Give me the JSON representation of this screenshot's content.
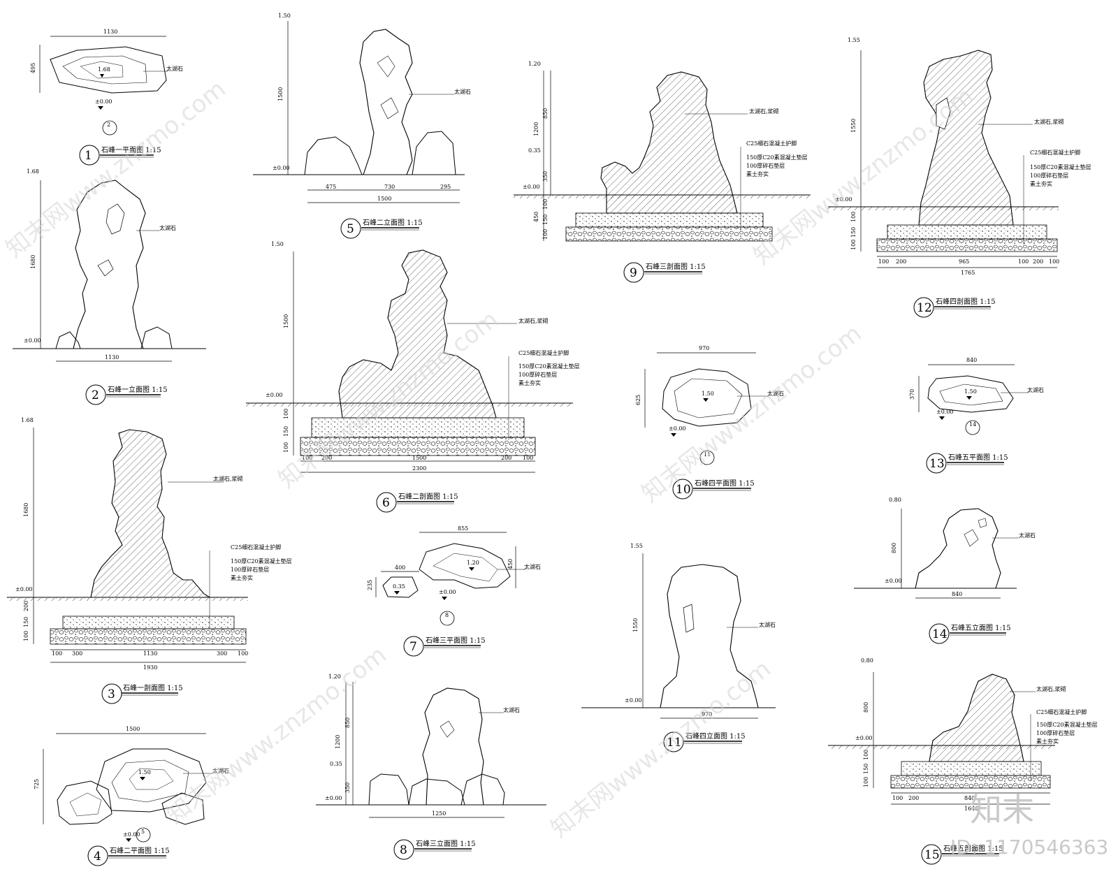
{
  "panels": [
    {
      "no": "1",
      "title": "石峰一平面图 1:15",
      "dims": [
        "1130",
        "495"
      ],
      "level": "1.68",
      "ground": "±0.00",
      "note": "太湖石",
      "marker": "2"
    },
    {
      "no": "2",
      "title": "石峰一立面图 1:15",
      "dims": [
        "1680",
        "1130"
      ],
      "level": "1.68",
      "ground": "±0.00",
      "note": "太湖石"
    },
    {
      "no": "3",
      "title": "石峰一剖面图 1:15",
      "dims": [
        "1680",
        "200",
        "150",
        "100",
        "100",
        "300",
        "1130",
        "300",
        "100",
        "1930"
      ],
      "level": "1.68",
      "ground": "±0.00",
      "notes": [
        "太湖石,浆砌",
        "C25细石混凝土护脚",
        "150厚C20素混凝土垫层",
        "100厚碎石垫层",
        "素土夯实"
      ]
    },
    {
      "no": "4",
      "title": "石峰二平面图 1:15",
      "dims": [
        "1500",
        "725"
      ],
      "level": "1.50",
      "ground": "±0.00",
      "note": "太湖石",
      "marker": "5"
    },
    {
      "no": "5",
      "title": "石峰二立面图 1:15",
      "dims": [
        "1500",
        "475",
        "730",
        "295",
        "1500"
      ],
      "level": "1.50",
      "ground": "±0.00",
      "note": "太湖石"
    },
    {
      "no": "6",
      "title": "石峰二剖面图 1:15",
      "dims": [
        "1500",
        "100",
        "150",
        "100",
        "100",
        "200",
        "1500",
        "200",
        "100",
        "2300"
      ],
      "level": "1.50",
      "ground": "±0.00",
      "notes": [
        "太湖石,浆砌",
        "C25细石混凝土护脚",
        "150厚C20素混凝土垫层",
        "100厚碎石垫层",
        "素土夯实"
      ]
    },
    {
      "no": "7",
      "title": "石峰三平面图 1:15",
      "dims": [
        "855",
        "400",
        "450",
        "235"
      ],
      "levels": [
        "1.20",
        "0.35"
      ],
      "ground": "±0.00",
      "note": "太湖石",
      "marker": "8"
    },
    {
      "no": "8",
      "title": "石峰三立面图 1:15",
      "dims": [
        "1200",
        "850",
        "350",
        "1250"
      ],
      "levels": [
        "1.20",
        "0.35"
      ],
      "ground": "±0.00",
      "note": "太湖石"
    },
    {
      "no": "9",
      "title": "石峰三剖面图 1:15",
      "dims": [
        "1200",
        "850",
        "350",
        "450",
        "100",
        "150",
        "100"
      ],
      "levels": [
        "1.20",
        "0.35"
      ],
      "ground": "±0.00",
      "notes": [
        "太湖石,浆砌",
        "C25细石混凝土护脚",
        "150厚C20素混凝土垫层",
        "100厚碎石垫层",
        "素土夯实"
      ]
    },
    {
      "no": "10",
      "title": "石峰四平面图 1:15",
      "dims": [
        "970",
        "625"
      ],
      "level": "1.50",
      "ground": "±0.00",
      "note": "太湖石",
      "marker": "11"
    },
    {
      "no": "11",
      "title": "石峰四立面图 1:15",
      "dims": [
        "1550",
        "970"
      ],
      "level": "1.55",
      "ground": "±0.00",
      "note": "太湖石"
    },
    {
      "no": "12",
      "title": "石峰四剖面图 1:15",
      "dims": [
        "1550",
        "100",
        "150",
        "100",
        "100",
        "200",
        "965",
        "100",
        "200",
        "100",
        "1765"
      ],
      "level": "1.55",
      "ground": "±0.00",
      "notes": [
        "太湖石,浆砌",
        "C25细石混凝土护脚",
        "150厚C20素混凝土垫层",
        "100厚碎石垫层",
        "素土夯实"
      ]
    },
    {
      "no": "13",
      "title": "石峰五平面图 1:15",
      "dims": [
        "840",
        "370"
      ],
      "level": "1.50",
      "ground": "±0.00",
      "note": "太湖石",
      "marker": "14"
    },
    {
      "no": "14",
      "title": "石峰五立面图 1:15",
      "dims": [
        "800",
        "840"
      ],
      "level": "0.80",
      "ground": "±0.00",
      "note": "太湖石"
    },
    {
      "no": "15",
      "title": "石峰五剖面图 1:15",
      "dims": [
        "800",
        "100",
        "150",
        "100",
        "100",
        "200",
        "840",
        "1640"
      ],
      "level": "0.80",
      "ground": "±0.00",
      "notes": [
        "太湖石,浆砌",
        "C25细石混凝土护脚",
        "150厚C20素混凝土垫层",
        "100厚碎石垫层",
        "素土夯实"
      ]
    }
  ],
  "watermark": {
    "text": "知末网www.znzmo.com",
    "brand": "知末",
    "id": "ID: 1170546363"
  }
}
